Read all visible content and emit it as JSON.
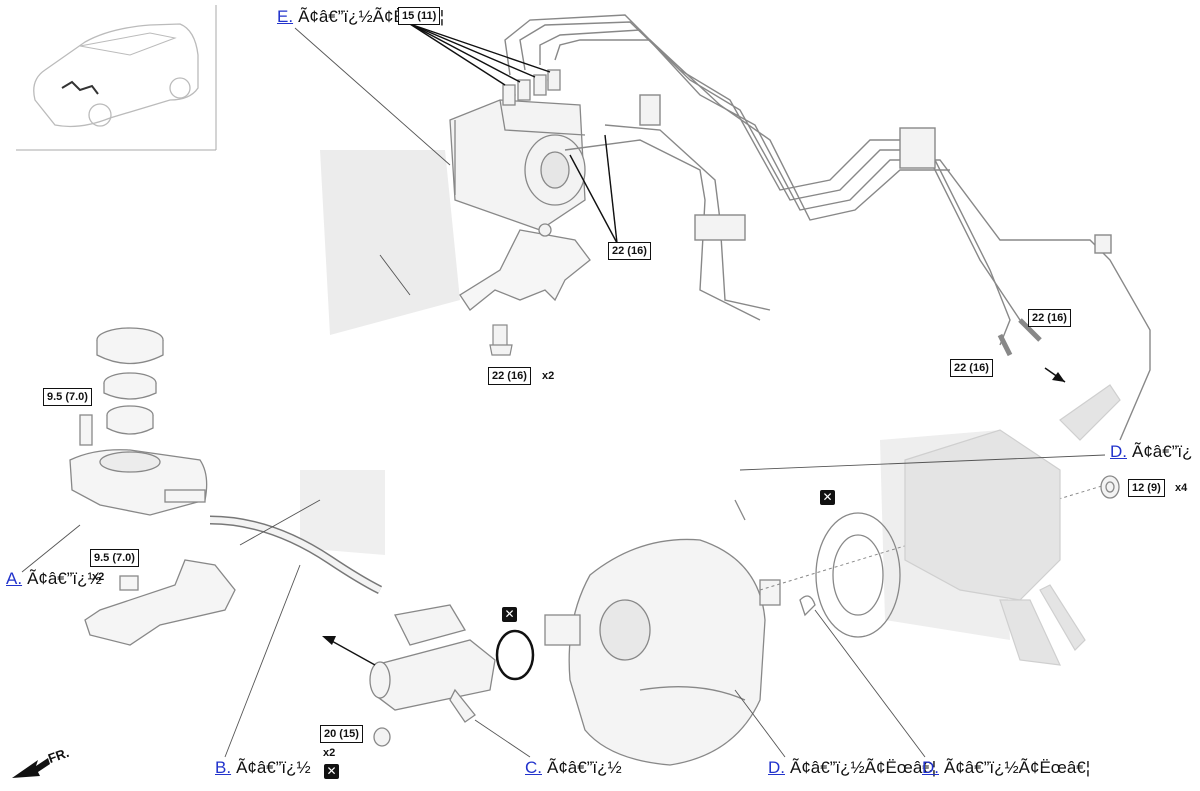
{
  "labels": {
    "A": {
      "link": "A.",
      "text": "Ã¢â€”ï¿½"
    },
    "B": {
      "link": "B.",
      "text": "Ã¢â€”ï¿½"
    },
    "C": {
      "link": "C.",
      "text": "Ã¢â€”ï¿½"
    },
    "D_top": {
      "link": "D.",
      "text": "Ã¢â€”ï¿"
    },
    "D_bottom": {
      "link": "D.",
      "text": "Ã¢â€”ï¿½Ã¢Ëœâ€¦"
    },
    "D_bottom2": {
      "link": "D.",
      "text": "Ã¢â€”ï¿½Ã¢Ëœâ€¦"
    },
    "E": {
      "link": "E.",
      "text": "Ã¢â€”ï¿½Ã¢Ëœâ€¦"
    }
  },
  "torque": {
    "abs_top": "15 (11)",
    "abs_lines": "22 (16)",
    "bracket_bolt": "22 (16)",
    "line_right_1": "22 (16)",
    "line_right_2": "22 (16)",
    "reservoir_bolt": "9.5 (7.0)",
    "bracket_bolt_left": "9.5 (7.0)",
    "mc_nut": "20 (15)",
    "booster_nut": "12 (9)"
  },
  "quantities": {
    "bracket_bolt": "x2",
    "reservoir_bolt": "x2",
    "mc_nut": "x2",
    "booster_nut": "x4"
  },
  "direction_label": "FR.",
  "icons": {
    "replace": "replace-part-icon",
    "arrow": "front-arrow-icon"
  }
}
